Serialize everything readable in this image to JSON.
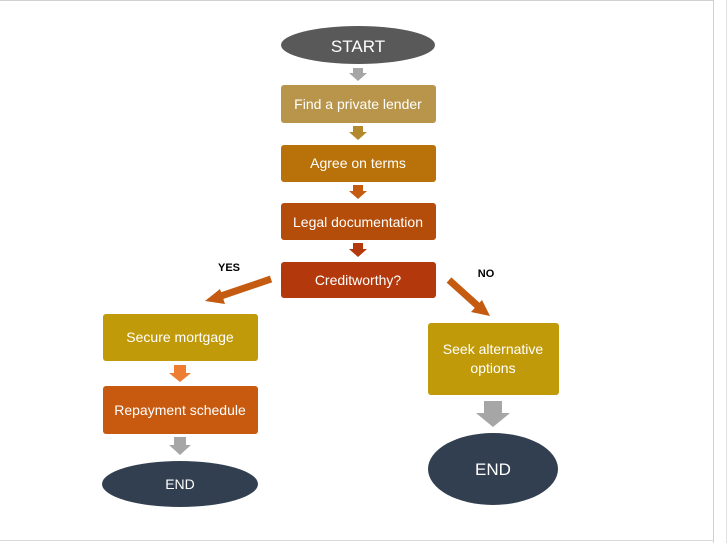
{
  "flowchart": {
    "start": "START",
    "steps": {
      "find_lender": "Find a private lender",
      "agree_terms": "Agree on terms",
      "legal_docs": "Legal documentation"
    },
    "decision": "Creditworthy?",
    "yes_label": "YES",
    "no_label": "NO",
    "yes_branch": {
      "secure_mortgage": "Secure mortgage",
      "repayment_schedule": "Repayment schedule",
      "end": "END"
    },
    "no_branch": {
      "alternative_line1": "Seek alternative",
      "alternative_line2": "options",
      "end": "END"
    }
  },
  "colors": {
    "start_fill": "#595959",
    "end_fill": "#323f50",
    "find_lender_fill": "#b8954a",
    "agree_terms_fill": "#b9720a",
    "legal_docs_fill": "#b44d0a",
    "decision_fill": "#b3390c",
    "secure_mortgage_fill": "#c09a08",
    "repayment_fill": "#c85a10",
    "alternative_fill": "#c09a08",
    "gray_arrow": "#a6a6a6",
    "brown_arrow": "#b28a2d",
    "orange_arrow": "#c55a11",
    "light_orange_arrow": "#ed7d31"
  }
}
